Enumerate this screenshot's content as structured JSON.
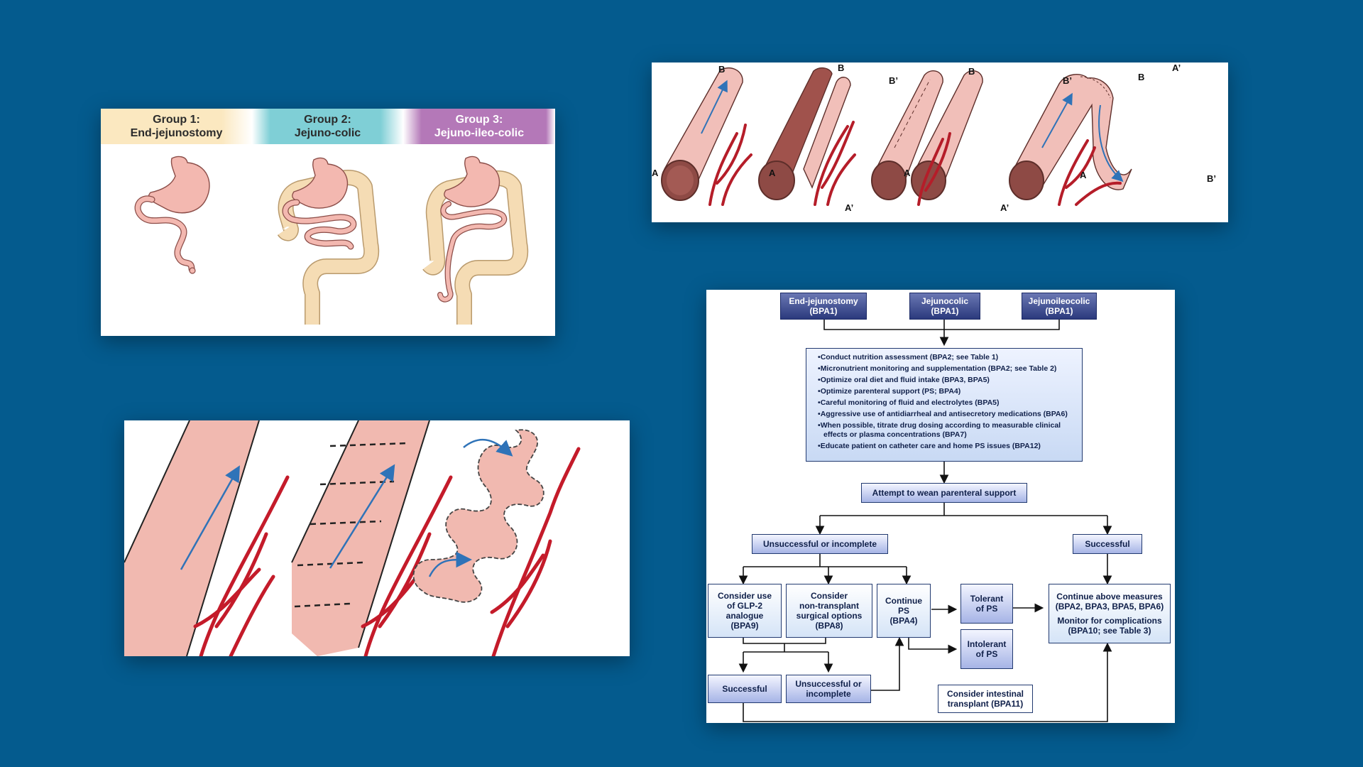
{
  "groups_figure": {
    "groups": [
      {
        "line1": "Group 1:",
        "line2": "End-jejunostomy"
      },
      {
        "line1": "Group 2:",
        "line2": "Jejuno-colic"
      },
      {
        "line1": "Group 3:",
        "line2": "Jejuno-ileo-colic"
      }
    ]
  },
  "stricture_figure": {
    "labels": {
      "a1": "A",
      "b1": "B",
      "a2": "A",
      "b2": "B",
      "b2p": "B’",
      "a2p": "A’",
      "a3": "A",
      "b3": "B",
      "b3p": "B’",
      "a3p": "A’",
      "a4": "A",
      "b4": "B",
      "a4p": "A’",
      "b4p": "B’"
    }
  },
  "flowchart": {
    "top_boxes": [
      {
        "line1": "End-jejunostomy",
        "line2": "(BPA1)"
      },
      {
        "line1": "Jejunocolic",
        "line2": "(BPA1)"
      },
      {
        "line1": "Jejunoileocolic",
        "line2": "(BPA1)"
      }
    ],
    "measures": [
      "Conduct nutrition assessment (BPA2; see Table 1)",
      "Micronutrient monitoring and supplementation (BPA2; see Table 2)",
      "Optimize oral diet and fluid intake (BPA3, BPA5)",
      "Optimize parenteral support (PS; BPA4)",
      "Careful monitoring of fluid and electrolytes (BPA5)",
      "Aggressive use of antidiarrheal and antisecretory medications (BPA6)",
      "When possible, titrate drug dosing according to measurable clinical effects or plasma concentrations (BPA7)",
      "Educate patient on catheter care and home PS issues (BPA12)"
    ],
    "wean": "Attempt to wean parenteral support",
    "unsuccessful_main": "Unsuccessful or incomplete",
    "successful_main": "Successful",
    "glp2": {
      "l1": "Consider use",
      "l2": "of GLP-2",
      "l3": "analogue",
      "l4": "(BPA9)"
    },
    "nontransplant": {
      "l1": "Consider",
      "l2": "non-transplant",
      "l3": "surgical options",
      "l4": "(BPA8)"
    },
    "continue_ps": {
      "l1": "Continue",
      "l2": "PS",
      "l3": "(BPA4)"
    },
    "tolerant": {
      "l1": "Tolerant",
      "l2": "of PS"
    },
    "intolerant": {
      "l1": "Intolerant",
      "l2": "of PS"
    },
    "continue_measures": {
      "l1": "Continue above measures",
      "l2": "(BPA2, BPA3, BPA5, BPA6)",
      "l3": "Monitor for complications",
      "l4": "(BPA10; see Table 3)"
    },
    "successful_low": "Successful",
    "unsuccessful_low": {
      "l1": "Unsuccessful or",
      "l2": "incomplete"
    },
    "transplant": {
      "l1": "Consider intestinal",
      "l2": "transplant (BPA11)"
    }
  }
}
